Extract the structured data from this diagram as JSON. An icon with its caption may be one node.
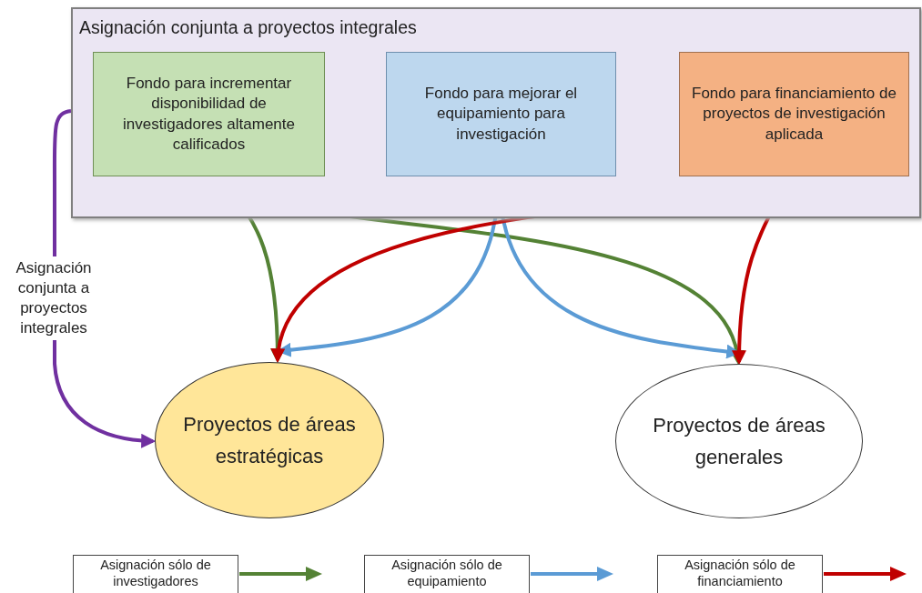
{
  "diagram": {
    "nodes": [
      {
        "text": [
          "Asignación conjunta a proyectos integrales"
        ]
      },
      {
        "text": [
          "Fondo para incrementar disponibilidad de investigadores altamente calificados"
        ],
        "in": 0
      },
      {
        "text": [
          "Fondo para mejorar el equipamiento para investigación"
        ],
        "in": 0
      },
      {
        "text": [
          "Fondo para financiamiento de proyectos de investigación aplicada"
        ],
        "in": 0
      },
      {
        "text": [
          "Proyectos de áreas estratégicas"
        ]
      },
      {
        "text": [
          "Proyectos de áreas generales"
        ]
      }
    ],
    "edges": [
      {
        "from": 0,
        "to": 4,
        "arrow": "to",
        "label": "Asignación conjunta a proyectos integrales",
        "color": "#7030a0"
      },
      {
        "from": 1,
        "to": 4,
        "arrow": "to",
        "color": "#548235"
      },
      {
        "from": 1,
        "to": 5,
        "arrow": "to",
        "color": "#548235"
      },
      {
        "from": 2,
        "to": 4,
        "arrow": "to",
        "color": "#5b9bd5"
      },
      {
        "from": 2,
        "to": 5,
        "arrow": "to",
        "color": "#5b9bd5"
      },
      {
        "from": 3,
        "to": 4,
        "arrow": "to",
        "color": "#c00000"
      },
      {
        "from": 3,
        "to": 5,
        "arrow": "to",
        "color": "#c00000"
      }
    ],
    "legend": [
      {
        "text": "Asignación sólo de investigadores"
      },
      {
        "text": "Asignación sólo de equipamiento"
      },
      {
        "text": "Asignación sólo de financiamiento"
      }
    ]
  }
}
